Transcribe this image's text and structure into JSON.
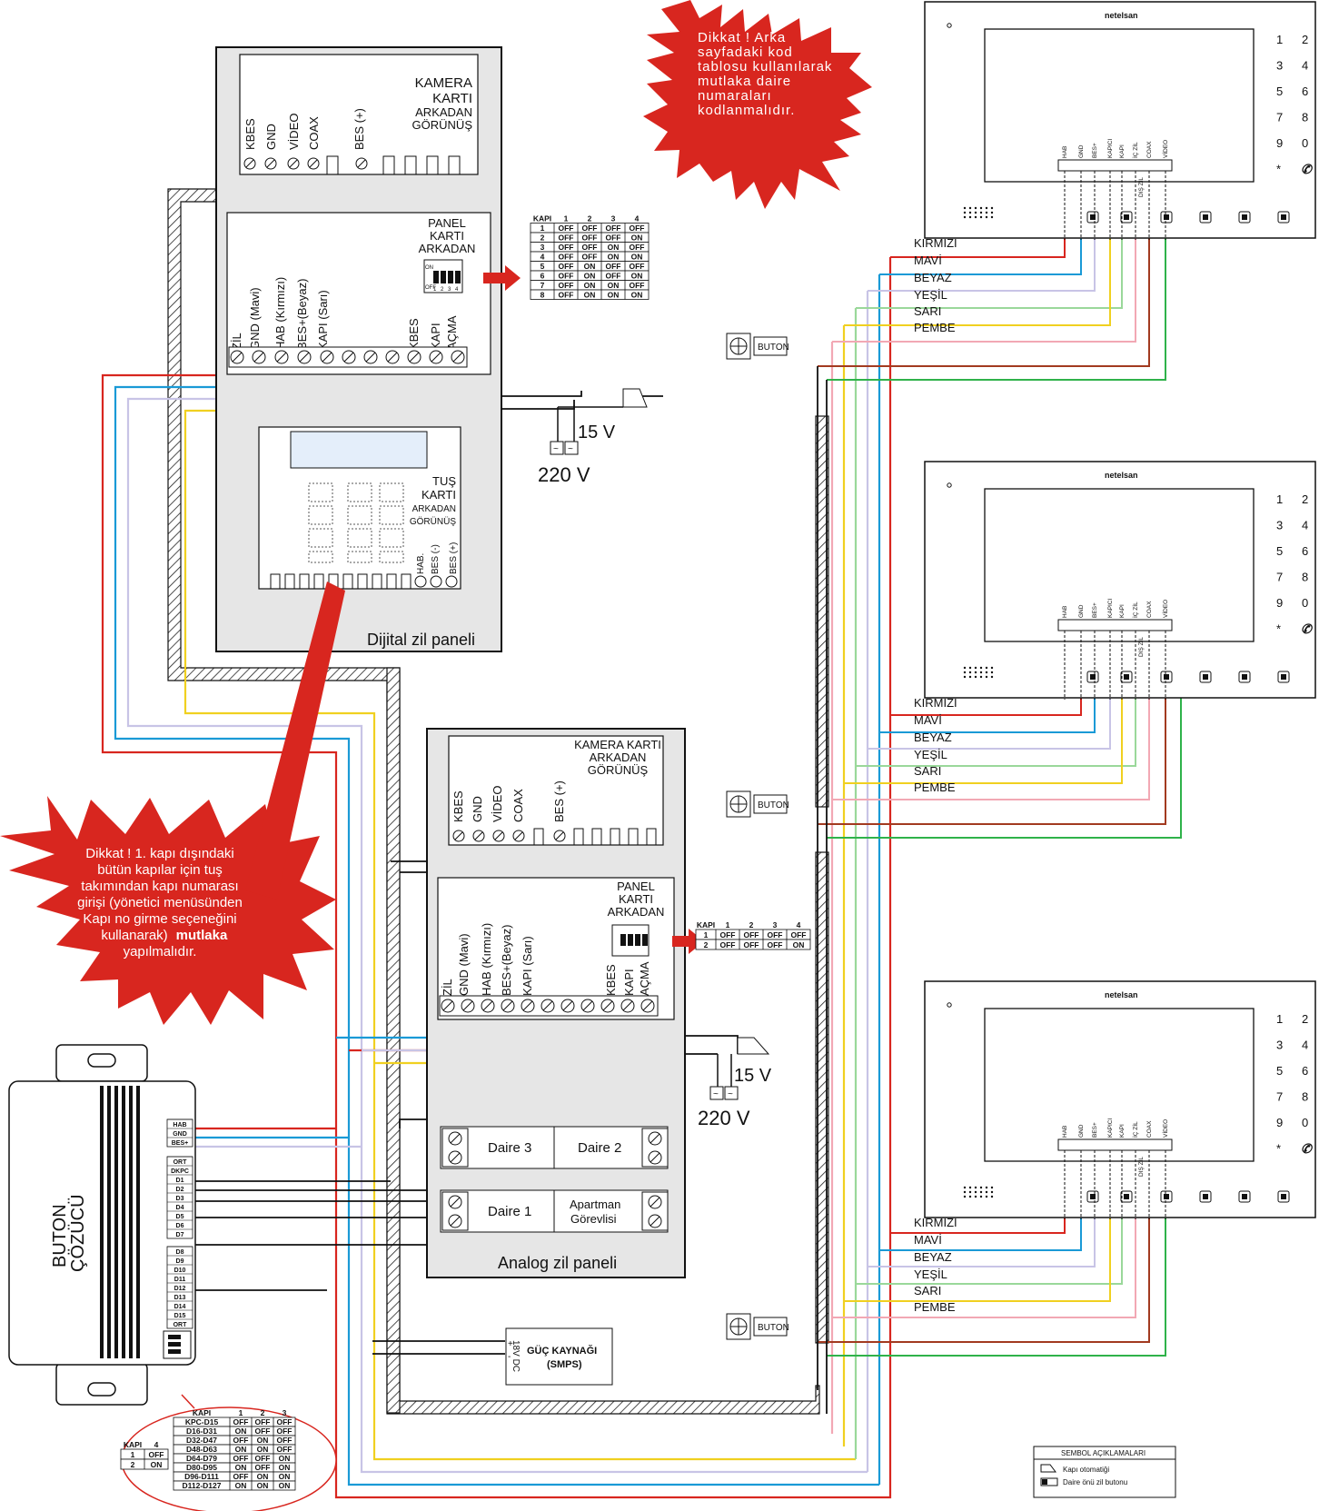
{
  "digital_panel": {
    "title": "Dijital zil paneli",
    "camera_card": [
      "KAMERA",
      "KARTI",
      "ARKADAN",
      "GÖRÜNÜŞ"
    ],
    "camera_terminals": [
      "KBES",
      "GND",
      "VİDEO",
      "COAX",
      "BES (+)"
    ],
    "panel_card": [
      "PANEL",
      "KARTI",
      "ARKADAN"
    ],
    "panel_terminals": [
      "ZİL",
      "GND (Mavi)",
      "HAB (Kırmızı)",
      "BES+(Beyaz)",
      "KAPI (Sarı)",
      "KBES",
      "KAPI",
      "AÇMA"
    ],
    "key_card": [
      "TUŞ",
      "KARTI",
      "ARKADAN",
      "GÖRÜNÜŞ"
    ],
    "key_terminals": [
      "HAB.",
      "BES (-)",
      "BES (+)"
    ]
  },
  "analog_panel": {
    "title": "Analog zil paneli",
    "camera_card": [
      "KAMERA KARTI",
      "ARKADAN",
      "GÖRÜNÜŞ"
    ],
    "camera_terminals": [
      "KBES",
      "GND",
      "VİDEO",
      "COAX",
      "BES (+)"
    ],
    "panel_card": [
      "PANEL",
      "KARTI",
      "ARKADAN"
    ],
    "panel_terminals": [
      "ZİL",
      "GND (Mavi)",
      "HAB (Kırmızı)",
      "BES+(Beyaz)",
      "KAPI (Sarı)",
      "KBES",
      "KAPI",
      "AÇMA"
    ],
    "buttons": [
      "Daire 3",
      "Daire 2",
      "Daire 1",
      "Apartman",
      "Görevlisi"
    ]
  },
  "power": {
    "ac_voltage": "15 V",
    "mains": "220 V",
    "dc_label": "18V DC",
    "plus": "+",
    "minus": "-",
    "smps_line1": "GÜÇ KAYNAĞI",
    "smps_line2": "(SMPS)",
    "ac_symbol": "~"
  },
  "dip": {
    "on": "ON",
    "off": "OFF",
    "pins": [
      "1",
      "2",
      "3",
      "4"
    ]
  },
  "kapi_table_digital": {
    "headers": [
      "KAPI",
      "1",
      "2",
      "3",
      "4"
    ],
    "rows": [
      [
        "1",
        "OFF",
        "OFF",
        "OFF",
        "OFF"
      ],
      [
        "2",
        "OFF",
        "OFF",
        "OFF",
        "ON"
      ],
      [
        "3",
        "OFF",
        "OFF",
        "ON",
        "OFF"
      ],
      [
        "4",
        "OFF",
        "OFF",
        "ON",
        "ON"
      ],
      [
        "5",
        "OFF",
        "ON",
        "OFF",
        "OFF"
      ],
      [
        "6",
        "OFF",
        "ON",
        "OFF",
        "ON"
      ],
      [
        "7",
        "OFF",
        "ON",
        "ON",
        "OFF"
      ],
      [
        "8",
        "OFF",
        "ON",
        "ON",
        "ON"
      ]
    ]
  },
  "kapi_table_analog": {
    "headers": [
      "KAPI",
      "1",
      "2",
      "3",
      "4"
    ],
    "rows": [
      [
        "1",
        "OFF",
        "OFF",
        "OFF",
        "OFF"
      ],
      [
        "2",
        "OFF",
        "OFF",
        "OFF",
        "ON"
      ]
    ]
  },
  "decoder": {
    "title_line1": "BUTON",
    "title_line2": "ÇÖZÜCÜ",
    "group1": [
      "HAB",
      "GND",
      "BES+"
    ],
    "group2": [
      "ORT",
      "DKPC",
      "D1",
      "D2",
      "D3",
      "D4",
      "D5",
      "D6",
      "D7"
    ],
    "group3": [
      "D8",
      "D9",
      "D10",
      "D11",
      "D12",
      "D13",
      "D14",
      "D15",
      "ORT"
    ]
  },
  "decoder_table": {
    "headers": [
      "KAPI",
      "1",
      "2",
      "3"
    ],
    "rows": [
      [
        "KPC-D15",
        "OFF",
        "OFF",
        "OFF"
      ],
      [
        "D16-D31",
        "ON",
        "OFF",
        "OFF"
      ],
      [
        "D32-D47",
        "OFF",
        "ON",
        "OFF"
      ],
      [
        "D48-D63",
        "ON",
        "ON",
        "OFF"
      ],
      [
        "D64-D79",
        "OFF",
        "OFF",
        "ON"
      ],
      [
        "D80-D95",
        "ON",
        "OFF",
        "ON"
      ],
      [
        "D96-D111",
        "OFF",
        "ON",
        "ON"
      ],
      [
        "D112-D127",
        "ON",
        "ON",
        "ON"
      ]
    ]
  },
  "decoder_table_small": {
    "headers": [
      "KAPI",
      "4"
    ],
    "rows": [
      [
        "1",
        "OFF"
      ],
      [
        "2",
        "ON"
      ]
    ]
  },
  "warning_top": [
    "Dikkat ! Arka",
    "sayfadaki kod",
    "tablosu kullanılarak",
    "mutlaka daire",
    "numaraları",
    "kodlanmalıdır."
  ],
  "warning_left": [
    "Dikkat ! 1. kapı dışındaki",
    "bütün kapılar için tuş",
    "takımından kapı numarası",
    "girişi (yönetici menüsünden",
    "Kapı no girme seçeneğini",
    "kullanarak)",
    "mutlaka",
    "yapılmalıdır."
  ],
  "monitor": {
    "brand": "netelsan",
    "keys": [
      "1",
      "2",
      "3",
      "4",
      "5",
      "6",
      "7",
      "8",
      "9",
      "0",
      "*"
    ],
    "terminals": [
      "HAB",
      "GND",
      "BES+",
      "KAPICI",
      "KAPI",
      "İÇ ZİL",
      "COAX",
      "VİDEO"
    ],
    "outer_label": "DIŞ ZİL",
    "wire_labels": [
      "KIRMIZI",
      "MAVİ",
      "BEYAZ",
      "YEŞİL",
      "SARI",
      "PEMBE"
    ]
  },
  "button_label": "BUTON",
  "legend": {
    "title": "SEMBOL AÇIKLAMALARI",
    "items": [
      "Kapı otomatiği",
      "Daire önü zil butonu"
    ]
  },
  "colors": {
    "red": "#d8261f",
    "blue": "#1a9ad6",
    "white_wire": "#c8c4e6",
    "green_wire": "#2fb24a",
    "light_green": "#9ad89a",
    "yellow": "#f0d020",
    "pink": "#f2a8b4",
    "brown": "#a23a20",
    "panel_grey": "#e6e6e6"
  }
}
